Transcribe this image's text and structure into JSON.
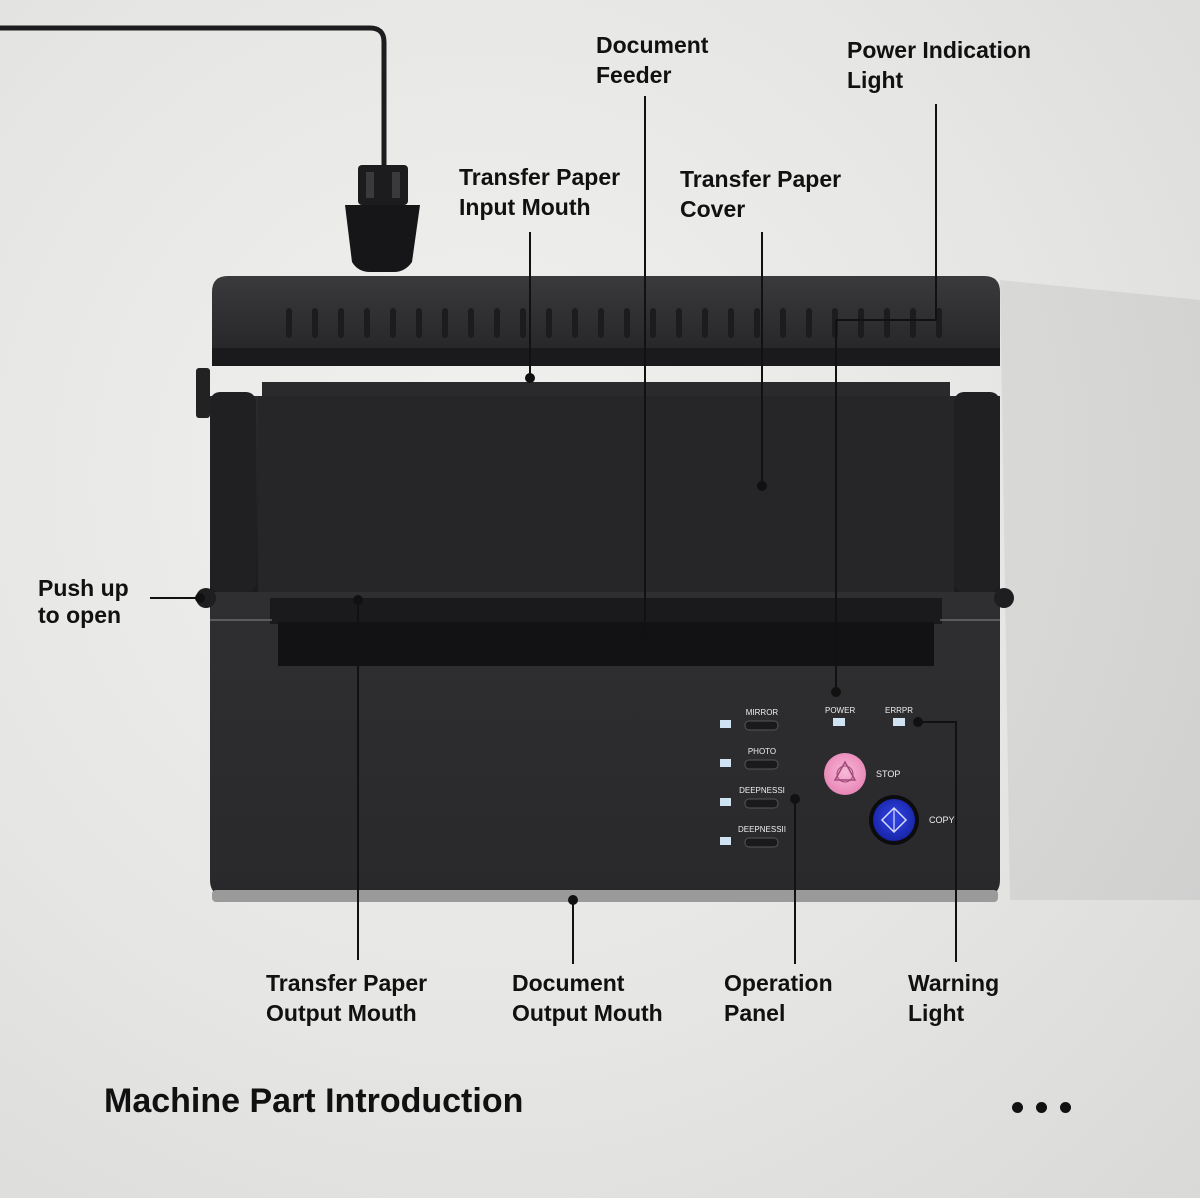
{
  "title": "Machine Part Introduction",
  "callouts": {
    "document_feeder": [
      "Document",
      "Feeder"
    ],
    "power_indication_light": [
      "Power Indication",
      "Light"
    ],
    "transfer_paper_input_mouth": [
      "Transfer Paper",
      "Input Mouth"
    ],
    "transfer_paper_cover": [
      "Transfer Paper",
      "Cover"
    ],
    "push_up_to_open": [
      "Push up",
      "to open"
    ],
    "transfer_paper_output_mouth": [
      "Transfer Paper",
      "Output Mouth"
    ],
    "document_output_mouth": [
      "Document",
      "Output Mouth"
    ],
    "operation_panel": [
      "Operation",
      "Panel"
    ],
    "warning_light": [
      "Warning",
      "Light"
    ]
  },
  "panel": {
    "buttons": [
      "MIRROR",
      "PHOTO",
      "DEEPNESSI",
      "DEEPNESSII"
    ],
    "power": "POWER",
    "error": "ERRPR",
    "stop": "STOP",
    "copy": "COPY"
  },
  "colors": {
    "body": "#2a2a2c",
    "stop_button": "#f29ac4",
    "copy_button": "#2230c8",
    "indicator": "#cfe3f2",
    "leader": "#111111"
  },
  "icons": [
    "power-plug-icon",
    "more-dots-icon"
  ]
}
